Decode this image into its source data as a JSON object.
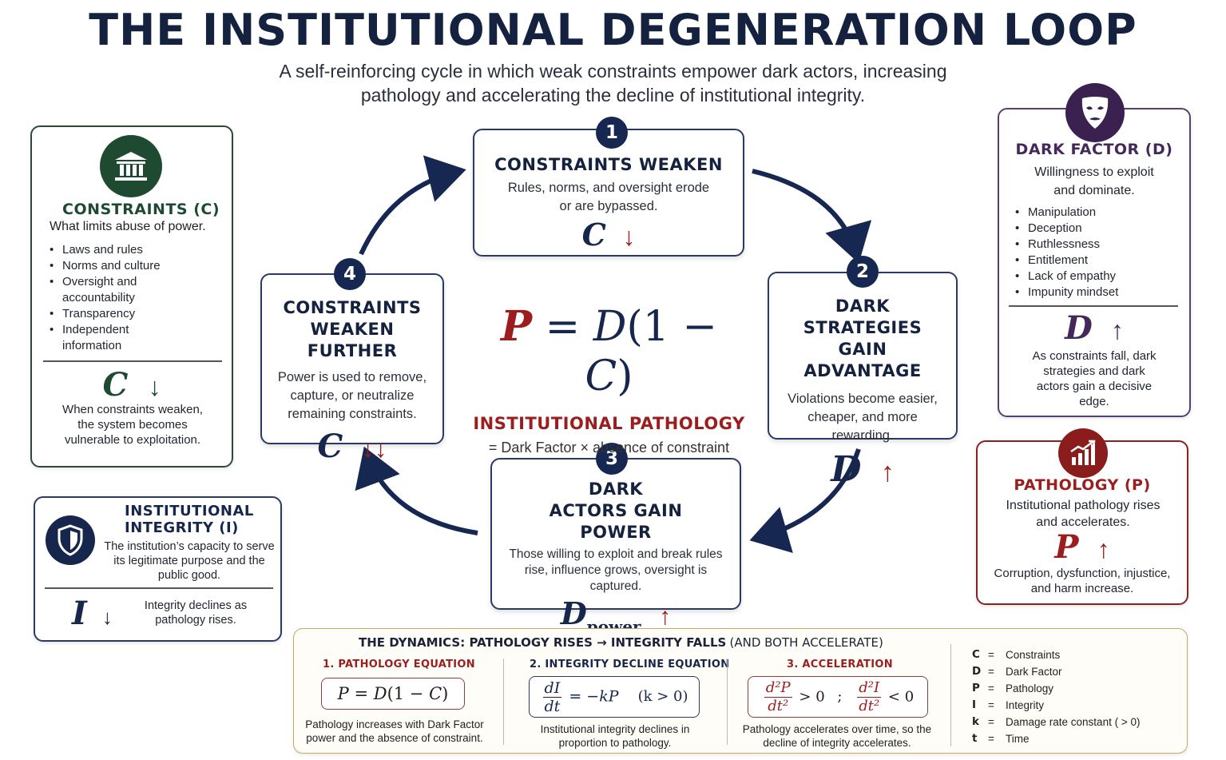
{
  "title": "THE INSTITUTIONAL DEGENERATION LOOP",
  "subtitle": "A self-reinforcing cycle in which weak constraints empower dark actors, increasing pathology and accelerating the decline of institutional integrity.",
  "constraints_panel": {
    "icon": "institution-building-icon",
    "heading": "CONSTRAINTS (C)",
    "subheading": "What limits abuse of power.",
    "items": [
      "Laws and rules",
      "Norms and culture",
      "Oversight and accountability",
      "Transparency",
      "Independent information"
    ],
    "symbol": "C",
    "arrow": "↓",
    "note": "When constraints weaken, the system becomes vulnerable to exploitation."
  },
  "integrity_panel": {
    "icon": "shield-icon",
    "heading": "INSTITUTIONAL INTEGRITY (I)",
    "body": "The institution’s capacity to serve its legitimate purpose and the public good.",
    "symbol": "I",
    "arrow": "↓",
    "note": "Integrity declines as pathology rises."
  },
  "dark_factor_panel": {
    "icon": "mask-icon",
    "heading": "DARK FACTOR (D)",
    "subheading": "Willingness to exploit and dominate.",
    "items": [
      "Manipulation",
      "Deception",
      "Ruthlessness",
      "Entitlement",
      "Lack of empathy",
      "Impunity mindset"
    ],
    "symbol": "D",
    "arrow": "↑",
    "note": "As constraints fall, dark strategies and dark actors gain a decisive edge."
  },
  "pathology_panel": {
    "icon": "rising-chart-icon",
    "heading": "PATHOLOGY (P)",
    "subheading": "Institutional pathology rises and accelerates.",
    "symbol": "P",
    "arrow": "↑",
    "note": "Corruption, dysfunction, injustice, and harm increase."
  },
  "steps": [
    {
      "number": "1",
      "heading": "CONSTRAINTS WEAKEN",
      "body": "Rules, norms, and oversight erode or are bypassed.",
      "symbol": "C",
      "sub": "",
      "arrow": "↓"
    },
    {
      "number": "2",
      "heading": "DARK STRATEGIES GAIN ADVANTAGE",
      "body": "Violations become easier, cheaper, and more rewarding.",
      "symbol": "D",
      "sub": "",
      "arrow": "↑"
    },
    {
      "number": "3",
      "heading": "DARK ACTORS GAIN POWER",
      "body": "Those willing to exploit and break rules rise, influence grows, oversight is captured.",
      "symbol": "D",
      "sub": "power",
      "arrow": "↑"
    },
    {
      "number": "4",
      "heading": "CONSTRAINTS WEAKEN FURTHER",
      "body": "Power is used to remove, capture, or neutralize remaining constraints.",
      "symbol": "C",
      "sub": "",
      "arrow": "↓↓"
    }
  ],
  "center": {
    "equation": "P = D(1 − C)",
    "label": "INSTITUTIONAL PATHOLOGY",
    "definition": "= Dark Factor × absence of constraint"
  },
  "dynamics": {
    "heading_main": "THE DYNAMICS: PATHOLOGY RISES → INTEGRITY FALLS",
    "heading_paren": "(AND BOTH ACCELERATE)",
    "sections": [
      {
        "title": "1. PATHOLOGY EQUATION",
        "equation": "P = D(1 − C)",
        "caption": "Pathology increases with Dark Factor power and the absence of constraint."
      },
      {
        "title": "2. INTEGRITY DECLINE EQUATION",
        "equation_lhs_num": "dI",
        "equation_lhs_den": "dt",
        "equation_rhs": "= −kP",
        "equation_cond": "(k > 0)",
        "caption": "Institutional integrity declines in proportion to pathology."
      },
      {
        "title": "3. ACCELERATION",
        "eq1_num": "d²P",
        "eq1_den": "dt²",
        "eq1_rhs": "> 0",
        "sep": ";",
        "eq2_num": "d²I",
        "eq2_den": "dt²",
        "eq2_rhs": "< 0",
        "caption": "Pathology accelerates over time, so the decline of integrity accelerates."
      }
    ],
    "legend": [
      {
        "k": "C",
        "v": "Constraints"
      },
      {
        "k": "D",
        "v": "Dark Factor"
      },
      {
        "k": "P",
        "v": "Pathology"
      },
      {
        "k": "I",
        "v": "Integrity"
      },
      {
        "k": "k",
        "v": "Damage rate constant ( > 0)"
      },
      {
        "k": "t",
        "v": "Time"
      }
    ]
  },
  "colors": {
    "navy": "#16264d",
    "red": "#9c1d1d",
    "green": "#1f4a32",
    "purple": "#44285c",
    "gold": "#c9a76a"
  }
}
